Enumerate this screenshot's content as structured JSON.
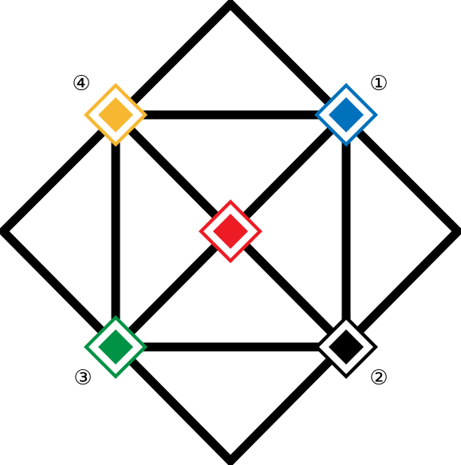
{
  "diagram": {
    "nodes": [
      {
        "id": "center",
        "label": "",
        "color": "#ed1c24"
      },
      {
        "id": "node-1",
        "label": "①",
        "color": "#0071bc"
      },
      {
        "id": "node-2",
        "label": "②",
        "color": "#000000"
      },
      {
        "id": "node-3",
        "label": "③",
        "color": "#009245"
      },
      {
        "id": "node-4",
        "label": "④",
        "color": "#f7b731"
      }
    ],
    "edges": [
      [
        "node-4",
        "node-1"
      ],
      [
        "node-1",
        "node-2"
      ],
      [
        "node-2",
        "node-3"
      ],
      [
        "node-3",
        "node-4"
      ],
      [
        "node-4",
        "center"
      ],
      [
        "center",
        "node-2"
      ],
      [
        "node-3",
        "center"
      ],
      [
        "center",
        "node-1"
      ]
    ],
    "line_color": "#000000",
    "background": "#ffffff"
  }
}
